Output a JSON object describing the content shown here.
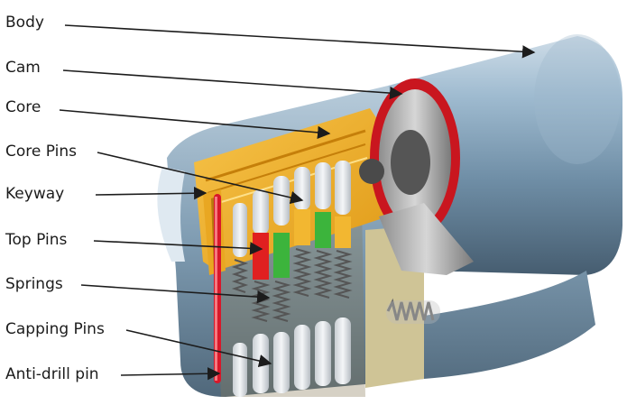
{
  "labels": {
    "body": "Body",
    "cam": "Cam",
    "core": "Core",
    "core_pins": "Core Pins",
    "keyway": "Keyway",
    "top_pins": "Top Pins",
    "springs": "Springs",
    "capping_pins": "Capping Pins",
    "anti_drill_pin": "Anti-drill pin"
  },
  "colors": {
    "body_metal": "#7fa0b8",
    "core_brass": "#f2b731",
    "cam_ring": "#d8182a",
    "top_pin_red": "#e02020",
    "top_pin_green": "#3cb43c",
    "pin_white": "#e9ecef",
    "label_text": "#1c1c1c"
  }
}
